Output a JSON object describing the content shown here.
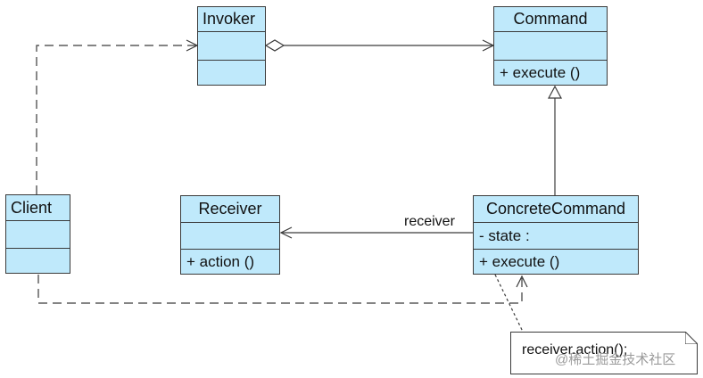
{
  "classes": {
    "invoker": {
      "name": "Invoker"
    },
    "command": {
      "name": "Command",
      "operations": [
        "+ execute ()"
      ]
    },
    "client": {
      "name": "Client"
    },
    "receiver": {
      "name": "Receiver",
      "operations": [
        "+ action ()"
      ]
    },
    "concrete_command": {
      "name": "ConcreteCommand",
      "attributes": [
        "- state :"
      ],
      "operations": [
        "+ execute ()"
      ]
    }
  },
  "relations": {
    "receiver_label": "receiver"
  },
  "note": {
    "text": "receiver.action();"
  },
  "watermark": "@稀土掘金技术社区",
  "colors": {
    "class_fill": "#bfe9fb",
    "line": "#3a3a3a"
  }
}
